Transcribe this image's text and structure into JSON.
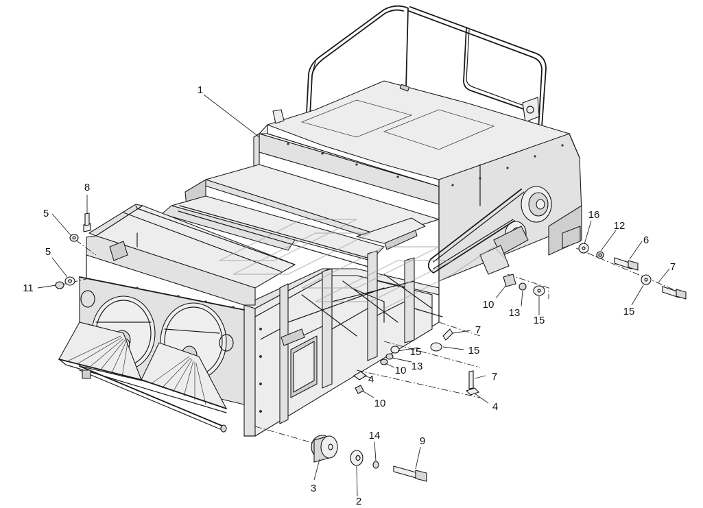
{
  "diagram": {
    "callouts": [
      {
        "id": "c1",
        "text": "1",
        "part": "frame-assembly"
      },
      {
        "id": "c2",
        "text": "2",
        "part": "washer-large"
      },
      {
        "id": "c3",
        "text": "3",
        "part": "rubber-bushing"
      },
      {
        "id": "c4a",
        "text": "4",
        "part": "plate-washer"
      },
      {
        "id": "c4b",
        "text": "4",
        "part": "plate-washer"
      },
      {
        "id": "c5a",
        "text": "5",
        "part": "washer"
      },
      {
        "id": "c5b",
        "text": "5",
        "part": "washer"
      },
      {
        "id": "c6",
        "text": "6",
        "part": "bolt"
      },
      {
        "id": "c7a",
        "text": "7",
        "part": "bolt"
      },
      {
        "id": "c7b",
        "text": "7",
        "part": "bolt"
      },
      {
        "id": "c7c",
        "text": "7",
        "part": "bolt"
      },
      {
        "id": "c8",
        "text": "8",
        "part": "bolt"
      },
      {
        "id": "c9",
        "text": "9",
        "part": "long-bolt"
      },
      {
        "id": "c10a",
        "text": "10",
        "part": "nut"
      },
      {
        "id": "c10b",
        "text": "10",
        "part": "nut"
      },
      {
        "id": "c10c",
        "text": "10",
        "part": "nut"
      },
      {
        "id": "c11",
        "text": "11",
        "part": "nut"
      },
      {
        "id": "c12",
        "text": "12",
        "part": "spring-washer"
      },
      {
        "id": "c13a",
        "text": "13",
        "part": "spring-washer"
      },
      {
        "id": "c13b",
        "text": "13",
        "part": "spring-washer"
      },
      {
        "id": "c14",
        "text": "14",
        "part": "spring-washer"
      },
      {
        "id": "c15a",
        "text": "15",
        "part": "washer"
      },
      {
        "id": "c15b",
        "text": "15",
        "part": "washer"
      },
      {
        "id": "c15c",
        "text": "15",
        "part": "washer"
      },
      {
        "id": "c15d",
        "text": "15",
        "part": "washer"
      },
      {
        "id": "c16",
        "text": "16",
        "part": "washer"
      }
    ]
  }
}
